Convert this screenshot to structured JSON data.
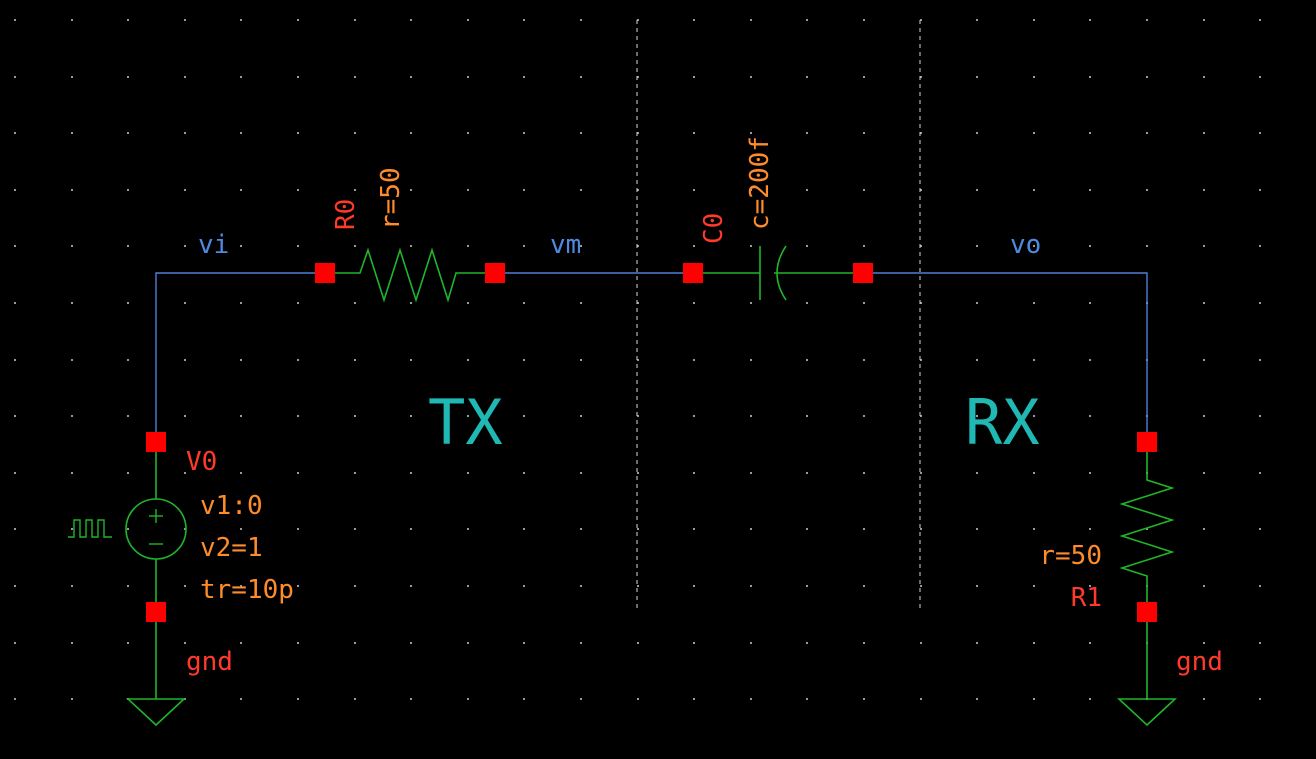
{
  "colors": {
    "background": "#000000",
    "grid_dot": "#9a9a9a",
    "wire": "#4f7fd6",
    "device": "#1fb52a",
    "pin": "#ff0000",
    "instance_label": "#ff3a2a",
    "param_label": "#ff8c2a",
    "net_label": "#4f8ae0",
    "region_label": "#1fb8b4",
    "divider": "#d8d8d8"
  },
  "nets": {
    "vi": "vi",
    "vm": "vm",
    "vo": "vo",
    "gnd_left": "gnd",
    "gnd_right": "gnd"
  },
  "regions": {
    "tx": "TX",
    "rx": "RX"
  },
  "instances": {
    "r0": {
      "name": "R0",
      "param": "r=50"
    },
    "c0": {
      "name": "C0",
      "param": "c=200f"
    },
    "r1": {
      "name": "R1",
      "param": "r=50"
    },
    "v0": {
      "name": "V0",
      "v1": "v1:0",
      "v2": "v2=1",
      "tr": "tr=10p"
    }
  },
  "icons": {
    "source": "pulse-voltage-source-icon",
    "ground": "ground-icon",
    "resistor": "resistor-icon",
    "capacitor": "capacitor-icon"
  }
}
